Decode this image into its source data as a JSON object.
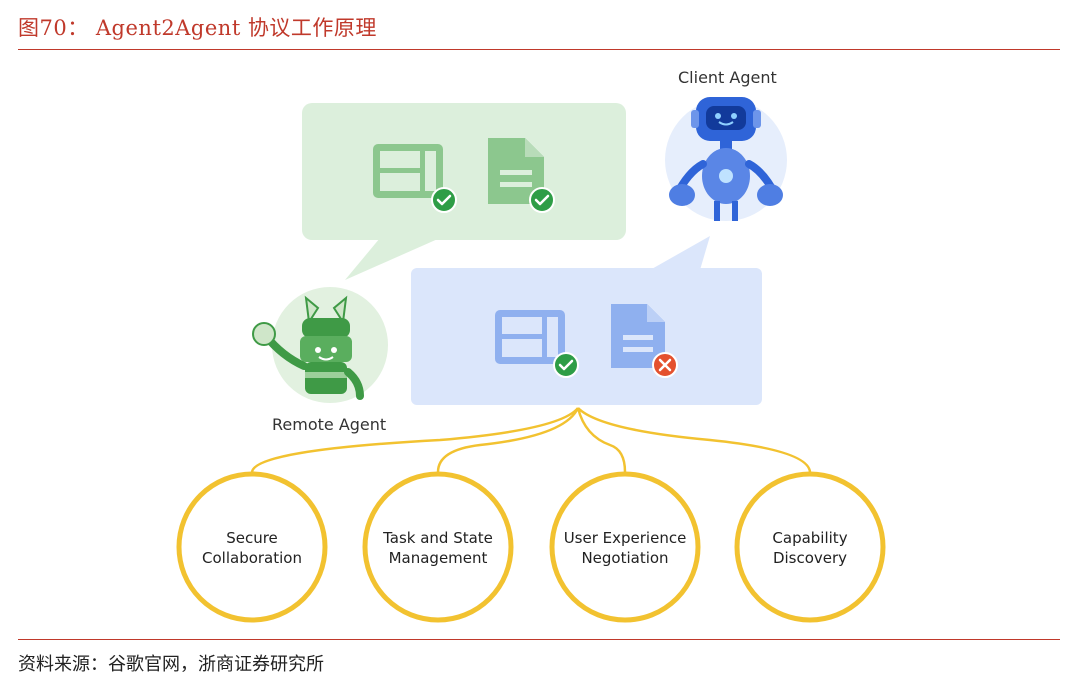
{
  "figure": {
    "title": "图70： Agent2Agent 协议工作原理",
    "source": "资料来源：谷歌官网，浙商证券研究所"
  },
  "agents": {
    "client": "Client Agent",
    "remote": "Remote Agent"
  },
  "capabilities": [
    {
      "line1": "Secure",
      "line2": "Collaboration"
    },
    {
      "line1": "Task and State",
      "line2": "Management"
    },
    {
      "line1": "User Experience",
      "line2": "Negotiation"
    },
    {
      "line1": "Capability",
      "line2": "Discovery"
    }
  ],
  "colors": {
    "accent_red": "#c0392b",
    "green_bubble": "#dcefdc",
    "green_icon": "#8cc78e",
    "blue_bubble": "#dbe6fb",
    "blue_icon": "#8fb0ef",
    "robot_blue": "#2f64d8",
    "robot_green": "#3f9a46",
    "gold": "#f2c230",
    "check_green": "#2e9d46",
    "error_red": "#e4512e"
  },
  "icons": [
    "table-icon",
    "document-icon",
    "check-icon",
    "error-icon",
    "robot-icon"
  ]
}
